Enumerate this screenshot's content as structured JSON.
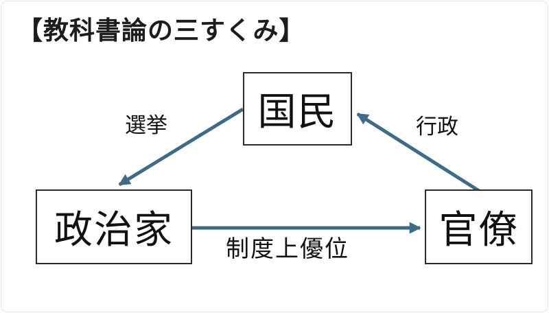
{
  "title": "【教科書論の三すくみ】",
  "diagram": {
    "arrow_color": "#3e6b85",
    "nodes": {
      "kokumin": {
        "label": "国民"
      },
      "seijika": {
        "label": "政治家"
      },
      "kanryo": {
        "label": "官僚"
      }
    },
    "edges": {
      "senkyo": {
        "label": "選挙",
        "from": "国民",
        "to": "政治家"
      },
      "gyosei": {
        "label": "行政",
        "from": "官僚",
        "to": "国民"
      },
      "seido": {
        "label": "制度上優位",
        "from": "政治家",
        "to": "官僚"
      }
    }
  }
}
